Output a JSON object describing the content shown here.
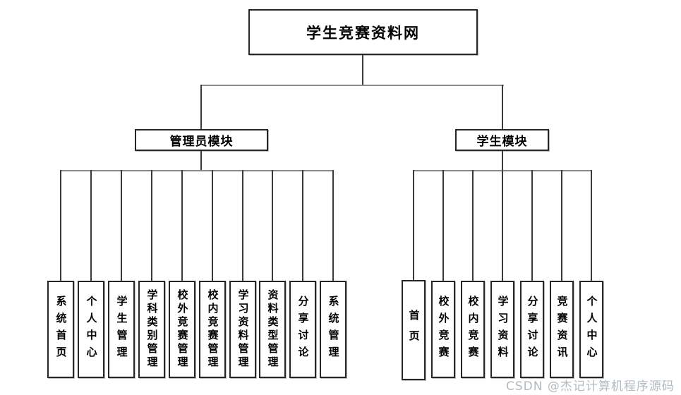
{
  "diagram": {
    "title": "学生竞赛资料网",
    "root": {
      "label": "学生竞赛资料网"
    },
    "branches": [
      {
        "label": "管理员模块",
        "children": [
          "系统首页",
          "个人中心",
          "学生管理",
          "学科类别管理",
          "校外竞赛管理",
          "校内竞赛管理",
          "学习资料管理",
          "资料类型管理",
          "分享讨论",
          "系统管理"
        ]
      },
      {
        "label": "学生模块",
        "children": [
          "首页",
          "校外竞赛",
          "校内竞赛",
          "学习资料",
          "分享讨论",
          "竞赛资讯",
          "个人中心"
        ]
      }
    ]
  },
  "watermark": {
    "text": "CSDN @杰记计算机程序源码",
    "color": "#b3bac0"
  },
  "colors": {
    "background": "#ffffff",
    "box_border": "#262626",
    "line_vertical": "#3a3a3a",
    "line_horizontal": "#8a8a8a",
    "text": "#000000"
  }
}
